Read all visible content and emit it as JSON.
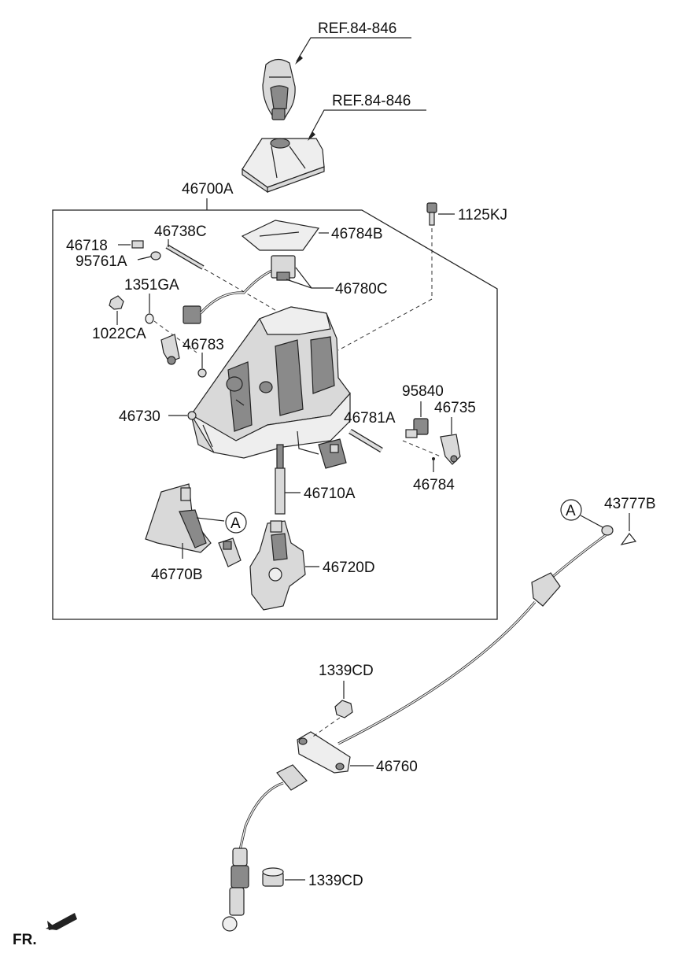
{
  "diagram": {
    "labels": {
      "ref_knob": "REF.84-846",
      "ref_boot": "REF.84-846",
      "assembly": "46700A",
      "p1125KJ": "1125KJ",
      "p46784B": "46784B",
      "p46738C": "46738C",
      "p46718": "46718",
      "p95761A": "95761A",
      "p1351GA": "1351GA",
      "p46780C": "46780C",
      "p1022CA": "1022CA",
      "p46783": "46783",
      "p95840": "95840",
      "p46735": "46735",
      "p46730": "46730",
      "p46781A": "46781A",
      "p46784": "46784",
      "p46710A": "46710A",
      "p43777B": "43777B",
      "p46770B": "46770B",
      "p46720D": "46720D",
      "p1339CD_top": "1339CD",
      "p46760": "46760",
      "p1339CD_bottom": "1339CD",
      "fr": "FR."
    },
    "callouts": {
      "a_left": "A",
      "a_right": "A"
    }
  }
}
